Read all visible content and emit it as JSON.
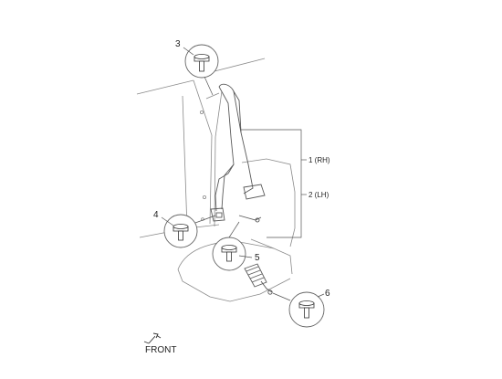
{
  "callouts": {
    "part_3": "3",
    "part_4": "4",
    "part_5": "5",
    "part_6": "6"
  },
  "assembly": {
    "rh_label": "1 (RH)",
    "lh_label": "2 (LH)"
  },
  "orientation": {
    "front_label": "FRONT"
  }
}
